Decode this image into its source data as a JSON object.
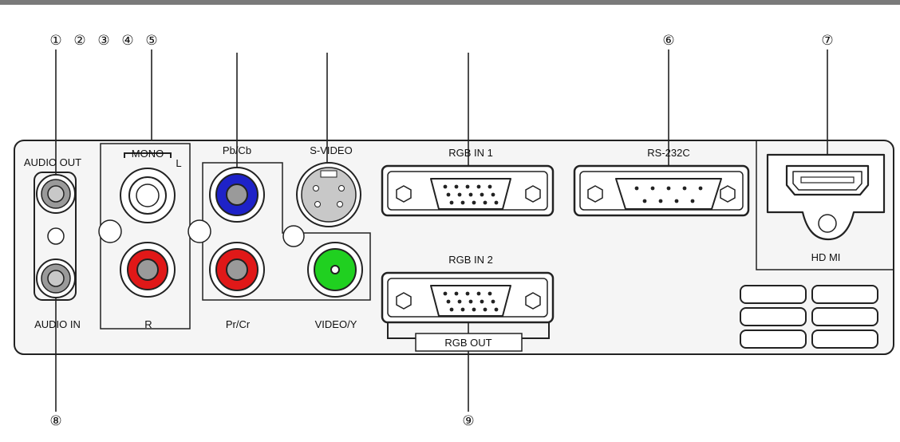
{
  "callouts": [
    "①",
    "②",
    "③",
    "④",
    "⑤",
    "⑥",
    "⑦",
    "⑧",
    "⑨"
  ],
  "labels": {
    "audio_out": "AUDIO OUT",
    "audio_in": "AUDIO IN",
    "mono": "MONO",
    "left": "L",
    "right": "R",
    "pb_cb": "Pb/Cb",
    "pr_cr": "Pr/Cr",
    "s_video": "S-VIDEO",
    "video_y": "VIDEO/Y",
    "rgb_in_1": "RGB IN 1",
    "rgb_in_2": "RGB IN 2",
    "rgb_out": "RGB OUT",
    "rs232c": "RS-232C",
    "hdmi": "HD MI"
  },
  "colors": {
    "panel_fill": "#f4f4f4",
    "outline": "#1a1a1a",
    "jack_white": "#ffffff",
    "jack_blue": "#1e22c8",
    "jack_red": "#e01818",
    "jack_green": "#20d020",
    "jack_gray": "#c8c8c8",
    "port_gray": "#e6e6e6"
  }
}
